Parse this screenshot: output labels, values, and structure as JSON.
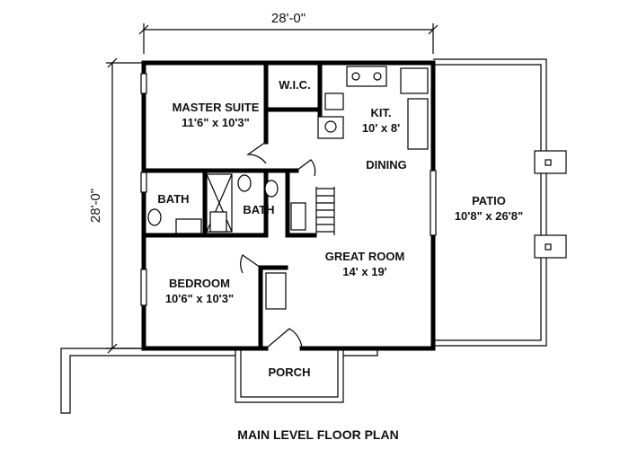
{
  "dimensions": {
    "top": "28'-0\"",
    "left": "28'-0\""
  },
  "rooms": {
    "wic": "W.I.C.",
    "master_suite": {
      "name": "MASTER SUITE",
      "size": "11'6\" x 10'3\""
    },
    "kitchen": {
      "name": "KIT.",
      "size": "10' x 8'"
    },
    "dining": "DINING",
    "bath1": "BATH",
    "bath2": "BATH",
    "great_room": {
      "name": "GREAT ROOM",
      "size": "14' x 19'"
    },
    "bedroom": {
      "name": "BEDROOM",
      "size": "10'6\" x 10'3\""
    },
    "patio": {
      "name": "PATIO",
      "size": "10'8\" x 26'8\""
    },
    "porch": "PORCH"
  },
  "caption": "MAIN LEVEL FLOOR PLAN"
}
